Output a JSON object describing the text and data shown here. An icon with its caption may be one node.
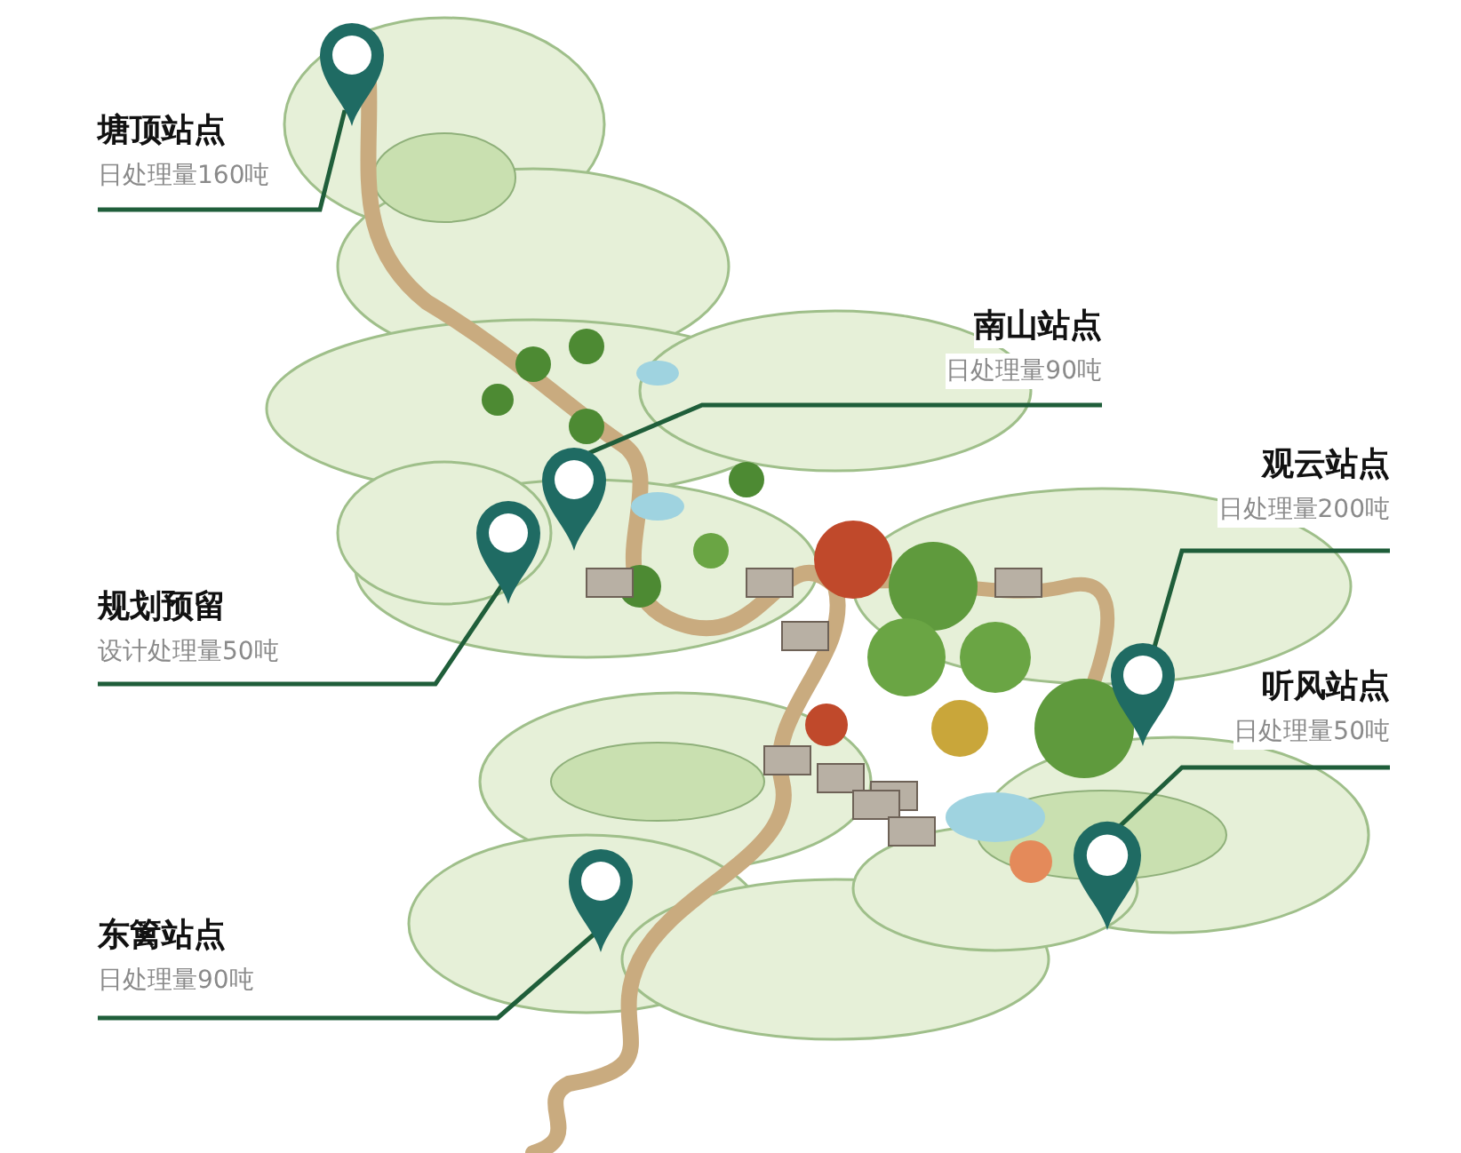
{
  "diagram": {
    "nodes": [
      {
        "text": [
          "塘顶站点",
          "日处理量160吨"
        ]
      },
      {
        "text": [],
        "shape": "pin"
      },
      {
        "text": [
          "南山站点",
          "日处理量90吨"
        ]
      },
      {
        "text": [],
        "shape": "pin"
      },
      {
        "text": [
          "观云站点",
          "日处理量200吨"
        ]
      },
      {
        "text": [],
        "shape": "pin"
      },
      {
        "text": [
          "规划预留",
          "设计处理量50吨"
        ]
      },
      {
        "text": [],
        "shape": "pin"
      },
      {
        "text": [
          "听风站点",
          "日处理量50吨"
        ]
      },
      {
        "text": [],
        "shape": "pin"
      },
      {
        "text": [
          "东篱站点",
          "日处理量90吨"
        ]
      },
      {
        "text": [],
        "shape": "pin"
      }
    ],
    "edges": [
      {
        "from": 0,
        "to": 1,
        "arrow": "none"
      },
      {
        "from": 2,
        "to": 3,
        "arrow": "none"
      },
      {
        "from": 4,
        "to": 5,
        "arrow": "none"
      },
      {
        "from": 6,
        "to": 7,
        "arrow": "none"
      },
      {
        "from": 8,
        "to": 9,
        "arrow": "none"
      },
      {
        "from": 10,
        "to": 11,
        "arrow": "none"
      }
    ]
  }
}
